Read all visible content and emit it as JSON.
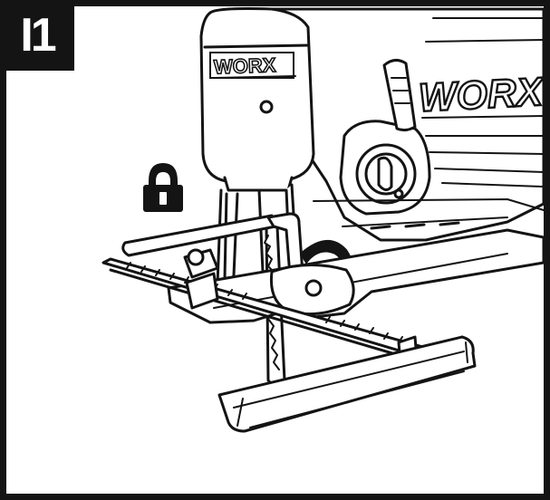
{
  "step": {
    "label": "I1"
  },
  "illustration": {
    "brand_small": "WORX",
    "brand_large": "WORX",
    "icons": [
      "padlock-locked-icon",
      "jigsaw-tool",
      "hex-key",
      "curved-arrow-icon",
      "parallel-guide"
    ],
    "colors": {
      "ink": "#141414",
      "paper": "#ffffff"
    }
  }
}
